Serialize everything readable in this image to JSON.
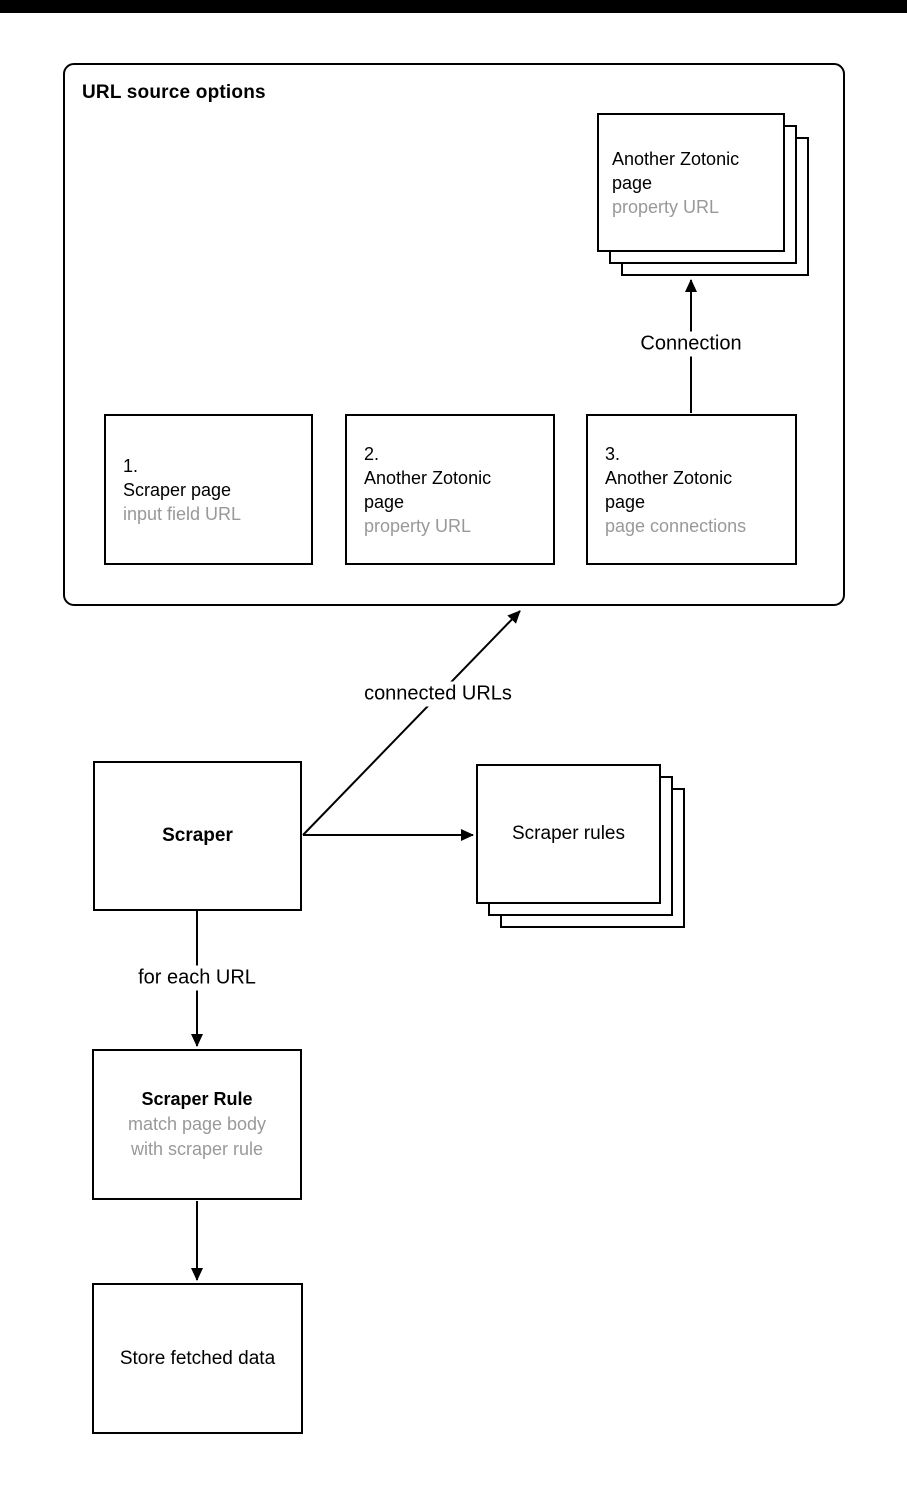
{
  "url_source_options": {
    "title": "URL source options",
    "stacked_page": {
      "lines": [
        "Another Zotonic",
        "page"
      ],
      "muted": "property URL"
    },
    "connection_label": "Connection",
    "options": [
      {
        "lines": [
          "1.",
          "Scraper page"
        ],
        "muted": "input field URL"
      },
      {
        "lines": [
          "2.",
          "Another Zotonic",
          "page"
        ],
        "muted": "property URL"
      },
      {
        "lines": [
          "3.",
          "Another Zotonic",
          "page"
        ],
        "muted": "page connections"
      }
    ]
  },
  "flow": {
    "connected_urls_label": "connected URLs",
    "scraper": "Scraper",
    "scraper_rules": "Scraper rules",
    "for_each_url_label": "for each URL",
    "scraper_rule": {
      "title": "Scraper Rule",
      "muted": [
        "match page body",
        "with scraper rule"
      ]
    },
    "store": "Store fetched data"
  },
  "colors": {
    "ink": "#000000",
    "muted_text": "#999999",
    "canvas": "#ffffff",
    "top_bar": "#000000"
  }
}
